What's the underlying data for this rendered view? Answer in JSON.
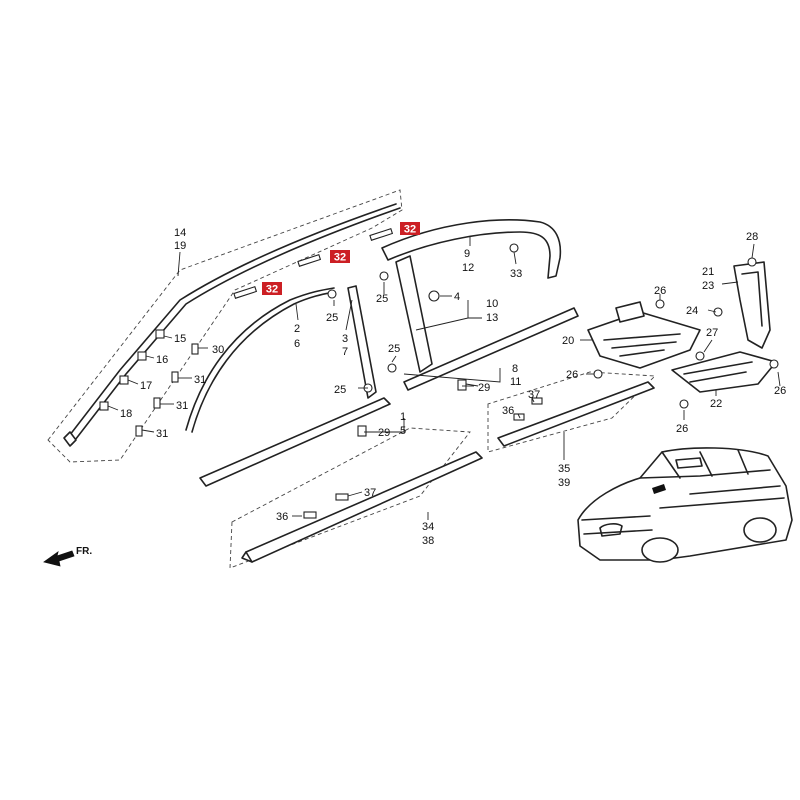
{
  "diagram": {
    "direction_label": "FR.",
    "callout_color": "#cc1f24",
    "labels": {
      "l1": "1",
      "l2": "2",
      "l3": "3",
      "l4": "4",
      "l5": "5",
      "l6": "6",
      "l7": "7",
      "l8": "8",
      "l9": "9",
      "l10": "10",
      "l11": "11",
      "l12": "12",
      "l13": "13",
      "l14": "14",
      "l15": "15",
      "l16": "16",
      "l17": "17",
      "l18": "18",
      "l19": "19",
      "l20": "20",
      "l21": "21",
      "l22": "22",
      "l23": "23",
      "l24": "24",
      "l25": "25",
      "l26": "26",
      "l27": "27",
      "l28": "28",
      "l29": "29",
      "l30": "30",
      "l31": "31",
      "l32": "32",
      "l33": "33",
      "l34": "34",
      "l35": "35",
      "l36": "36",
      "l37": "37",
      "l38": "38",
      "l39": "39"
    }
  }
}
